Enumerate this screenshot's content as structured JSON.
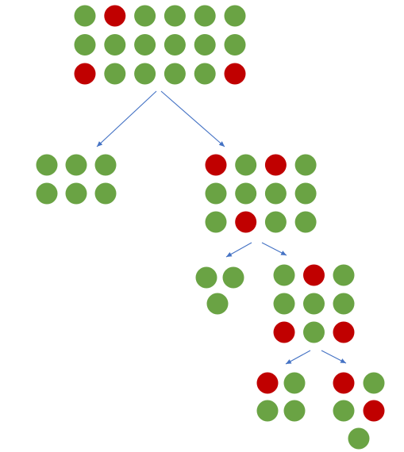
{
  "colors": {
    "green": "#6aa344",
    "red": "#c00000",
    "arrow": "#4472c4",
    "background": "#ffffff"
  },
  "groups": [
    {
      "id": "root",
      "label": "root-group",
      "rows": [
        [
          "green",
          "red",
          "green",
          "green",
          "green",
          "green"
        ],
        [
          "green",
          "green",
          "green",
          "green",
          "green",
          "green"
        ],
        [
          "red",
          "green",
          "green",
          "green",
          "green",
          "red"
        ]
      ]
    },
    {
      "id": "left-child",
      "label": "left-child-group",
      "rows": [
        [
          "green",
          "green",
          "green"
        ],
        [
          "green",
          "green",
          "green"
        ]
      ]
    },
    {
      "id": "right-child",
      "label": "right-child-group",
      "rows": [
        [
          "red",
          "green",
          "red",
          "green"
        ],
        [
          "green",
          "green",
          "green",
          "green"
        ],
        [
          "green",
          "red",
          "green",
          "green"
        ]
      ]
    },
    {
      "id": "right-left-grandchild",
      "label": "right-left-grandchild-group",
      "rows": [
        [
          "green",
          "green"
        ],
        [
          "green"
        ]
      ]
    },
    {
      "id": "right-right-grandchild",
      "label": "right-right-grandchild-group",
      "rows": [
        [
          "green",
          "red",
          "green"
        ],
        [
          "green",
          "green",
          "green"
        ],
        [
          "red",
          "green",
          "red"
        ]
      ]
    },
    {
      "id": "leaf-left",
      "label": "leaf-left-group",
      "rows": [
        [
          "red",
          "green"
        ],
        [
          "green",
          "green"
        ]
      ]
    },
    {
      "id": "leaf-right",
      "label": "leaf-right-group",
      "rows": [
        [
          "red",
          "green"
        ],
        [
          "green",
          "red"
        ],
        [
          "green"
        ]
      ]
    }
  ],
  "edges": [
    {
      "from": "root",
      "to": "left-child"
    },
    {
      "from": "root",
      "to": "right-child"
    },
    {
      "from": "right-child",
      "to": "right-left-grandchild"
    },
    {
      "from": "right-child",
      "to": "right-right-grandchild"
    },
    {
      "from": "right-right-grandchild",
      "to": "leaf-left"
    },
    {
      "from": "right-right-grandchild",
      "to": "leaf-right"
    }
  ]
}
